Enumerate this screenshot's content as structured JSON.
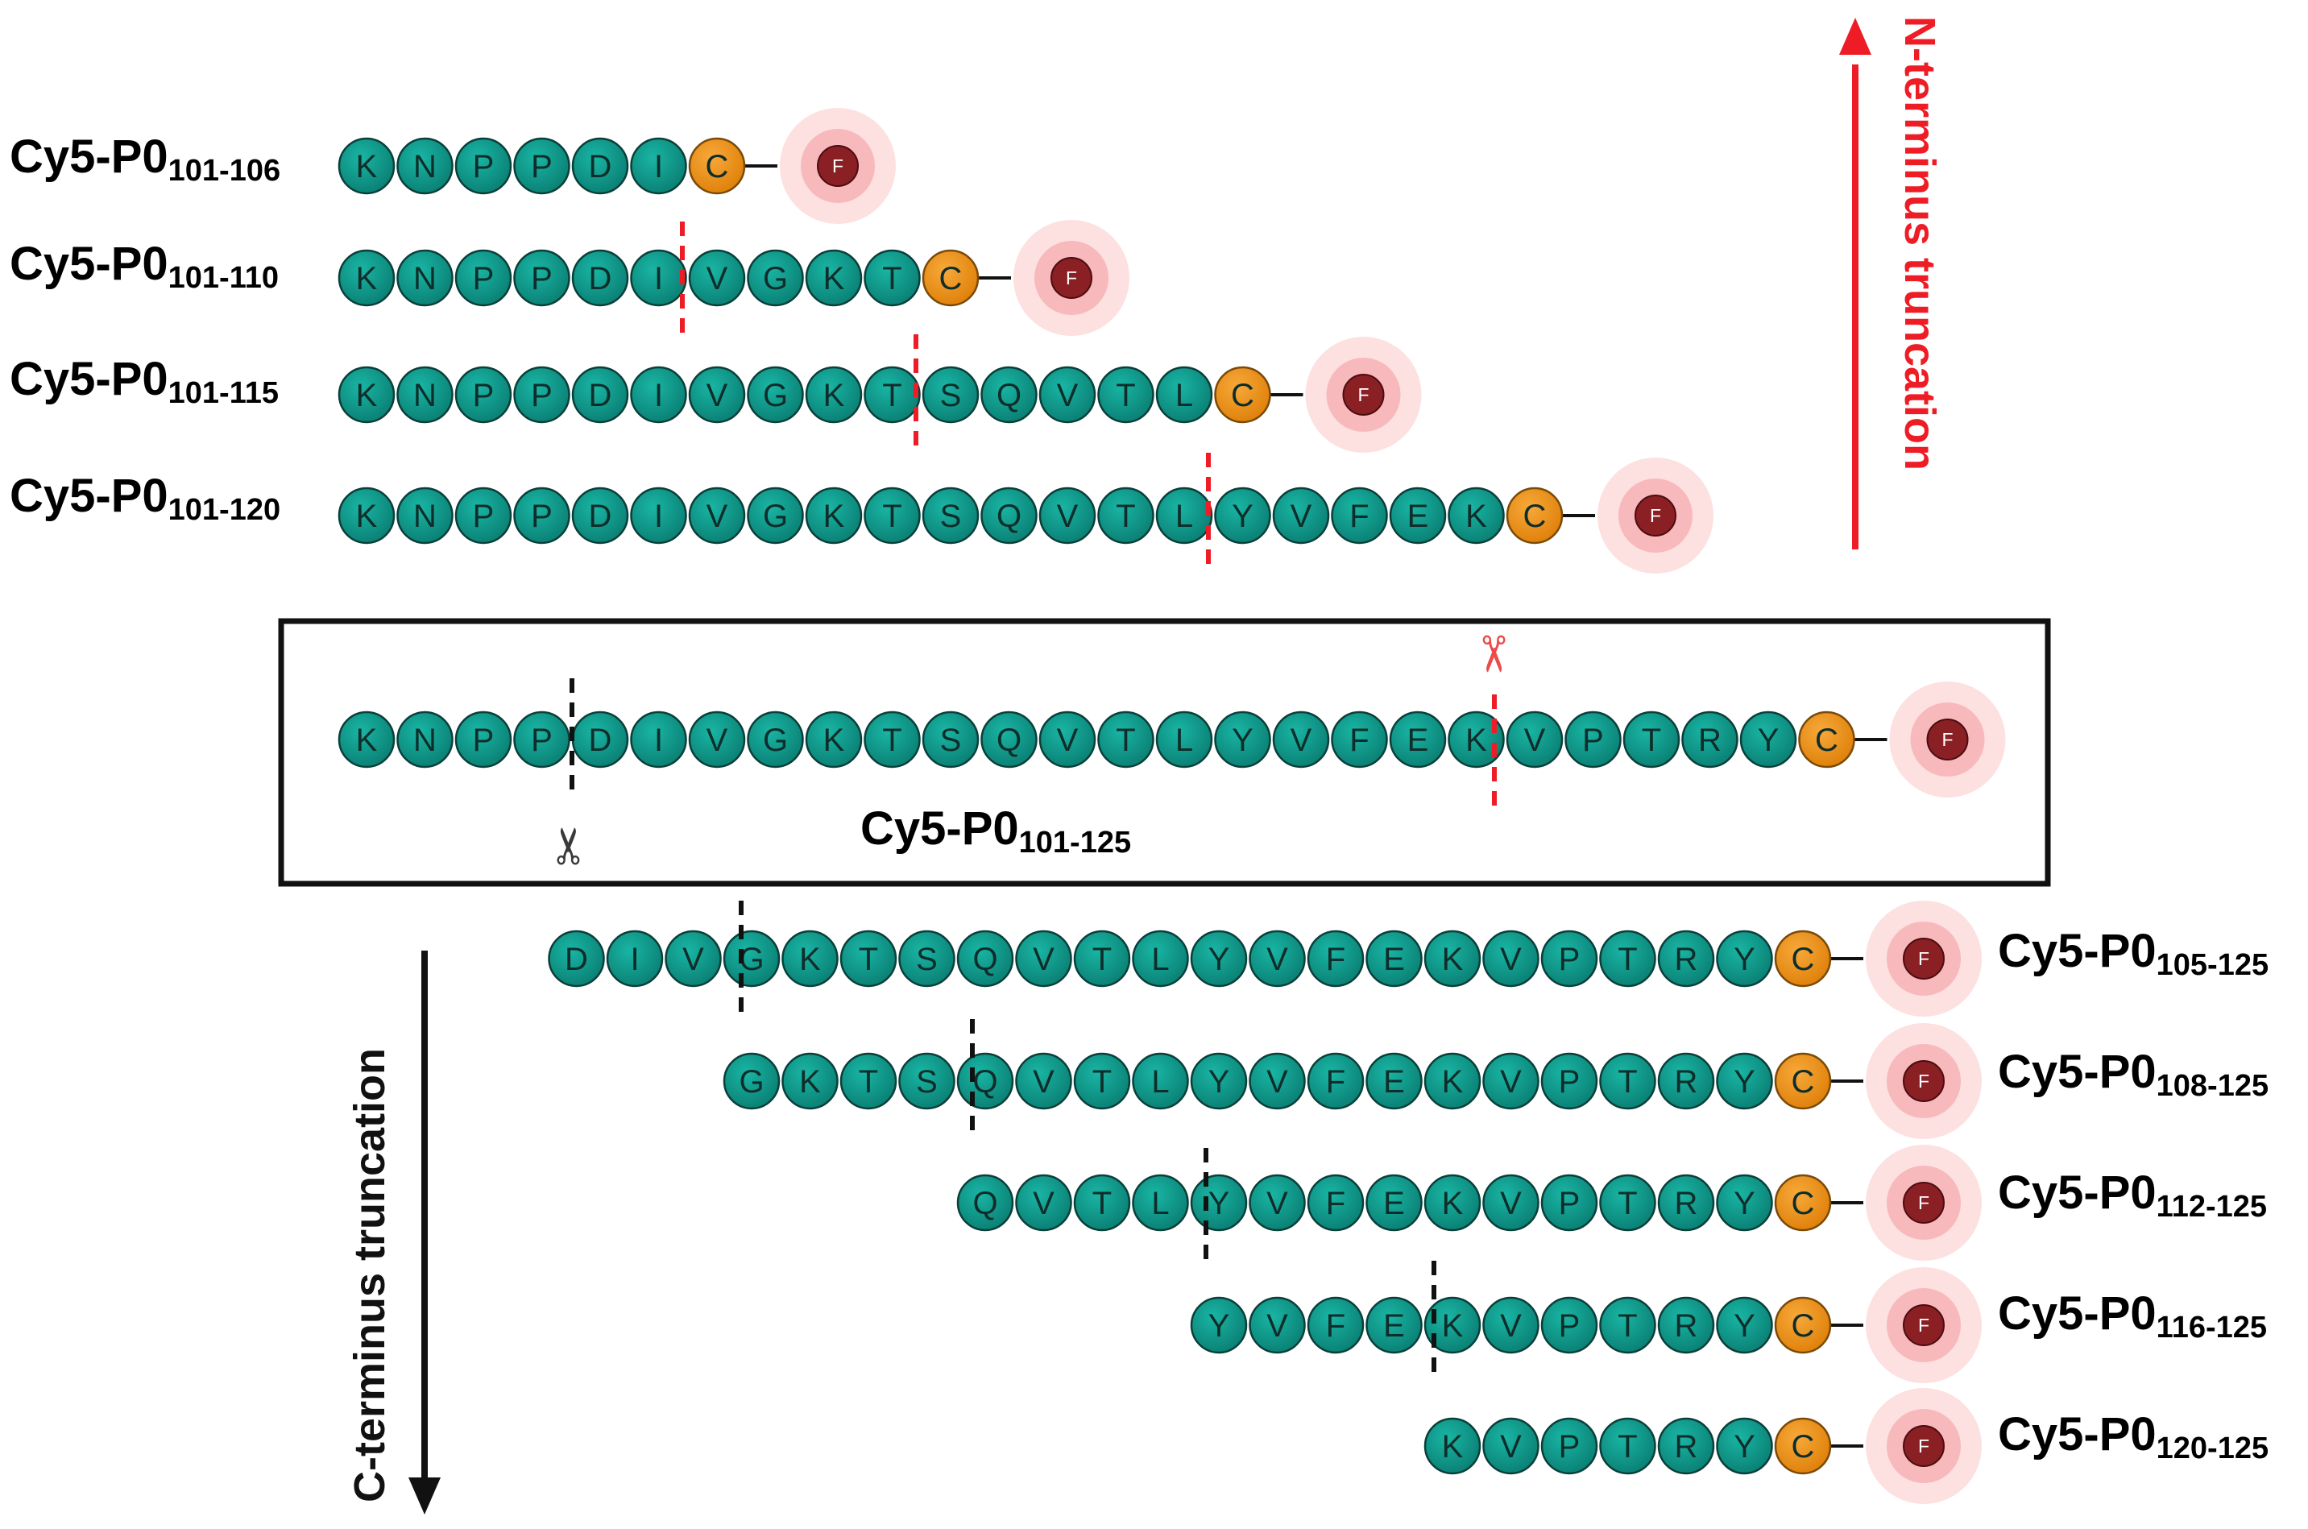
{
  "colors": {
    "residue": "#0e9688",
    "residue_stroke": "#0a3f3a",
    "cys": "#ef8f16",
    "fluor": "#8a1f24",
    "halo_outer": "#fde0e0",
    "halo_mid": "#f8b9bd",
    "red": "#ee1c25",
    "black": "#111111"
  },
  "glyphs": {
    "cut_icon": "✂",
    "fluor_label": "F"
  },
  "n_terminus_label": "N-terminus truncation",
  "c_terminus_label": "C-terminus truncation",
  "n_peptides": [
    {
      "name": "Cy5-P0",
      "range": "101-106",
      "residues": [
        "K",
        "N",
        "P",
        "P",
        "D",
        "I",
        "C"
      ]
    },
    {
      "name": "Cy5-P0",
      "range": "101-110",
      "residues": [
        "K",
        "N",
        "P",
        "P",
        "D",
        "I",
        "V",
        "G",
        "K",
        "T",
        "C"
      ]
    },
    {
      "name": "Cy5-P0",
      "range": "101-115",
      "residues": [
        "K",
        "N",
        "P",
        "P",
        "D",
        "I",
        "V",
        "G",
        "K",
        "T",
        "S",
        "Q",
        "V",
        "T",
        "L",
        "C"
      ]
    },
    {
      "name": "Cy5-P0",
      "range": "101-120",
      "residues": [
        "K",
        "N",
        "P",
        "P",
        "D",
        "I",
        "V",
        "G",
        "K",
        "T",
        "S",
        "Q",
        "V",
        "T",
        "L",
        "Y",
        "V",
        "F",
        "E",
        "K",
        "C"
      ]
    }
  ],
  "full_peptide": {
    "name": "Cy5-P0",
    "range": "101-125",
    "residues": [
      "K",
      "N",
      "P",
      "P",
      "D",
      "I",
      "V",
      "G",
      "K",
      "T",
      "S",
      "Q",
      "V",
      "T",
      "L",
      "Y",
      "V",
      "F",
      "E",
      "K",
      "V",
      "P",
      "T",
      "R",
      "Y",
      "C"
    ]
  },
  "c_peptides": [
    {
      "name": "Cy5-P0",
      "range": "105-125",
      "residues": [
        "D",
        "I",
        "V",
        "G",
        "K",
        "T",
        "S",
        "Q",
        "V",
        "T",
        "L",
        "Y",
        "V",
        "F",
        "E",
        "K",
        "V",
        "P",
        "T",
        "R",
        "Y",
        "C"
      ]
    },
    {
      "name": "Cy5-P0",
      "range": "108-125",
      "residues": [
        "G",
        "K",
        "T",
        "S",
        "Q",
        "V",
        "T",
        "L",
        "Y",
        "V",
        "F",
        "E",
        "K",
        "V",
        "P",
        "T",
        "R",
        "Y",
        "C"
      ]
    },
    {
      "name": "Cy5-P0",
      "range": "112-125",
      "residues": [
        "Q",
        "V",
        "T",
        "L",
        "Y",
        "V",
        "F",
        "E",
        "K",
        "V",
        "P",
        "T",
        "R",
        "Y",
        "C"
      ]
    },
    {
      "name": "Cy5-P0",
      "range": "116-125",
      "residues": [
        "Y",
        "V",
        "F",
        "E",
        "K",
        "V",
        "P",
        "T",
        "R",
        "Y",
        "C"
      ]
    },
    {
      "name": "Cy5-P0",
      "range": "120-125",
      "residues": [
        "K",
        "V",
        "P",
        "T",
        "R",
        "Y",
        "C"
      ]
    }
  ]
}
